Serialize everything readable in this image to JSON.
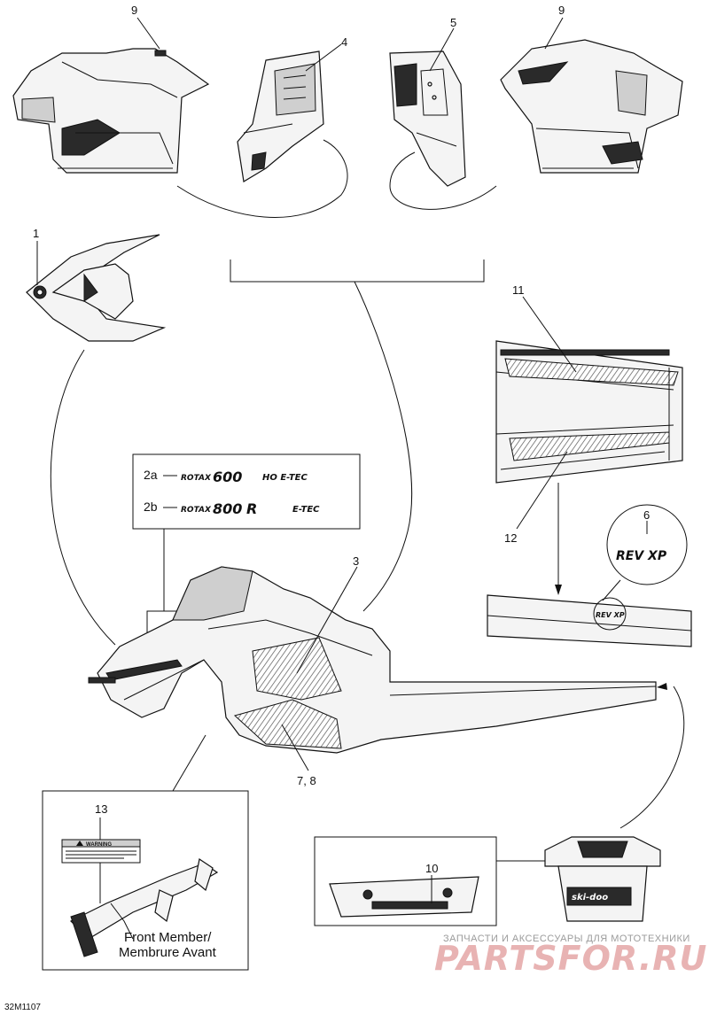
{
  "callouts": {
    "c1": "1",
    "c2a": "2a",
    "c2b": "2b",
    "c3": "3",
    "c4": "4",
    "c5": "5",
    "c6": "6",
    "c78": "7, 8",
    "c9a": "9",
    "c9b": "9",
    "c10": "10",
    "c11": "11",
    "c12": "12",
    "c13": "13"
  },
  "decals": {
    "rotax": "ROTAX",
    "d600": "600",
    "d600_suffix": "HO E-TEC",
    "d800": "800",
    "d800_r": "R",
    "d800_suffix": "E-TEC",
    "rev_xp": "REV XP",
    "skidoo": "ski-doo",
    "warning": "WARNING"
  },
  "caption": {
    "line1": "Front Member/",
    "line2": "Membrure Avant"
  },
  "figure_ref": "32M1107",
  "watermark": {
    "top": "ЗАПЧАСТИ И АКСЕССУАРЫ ДЛЯ МОТОТЕХНИКИ",
    "brand": "PARTSFOR.RU"
  }
}
